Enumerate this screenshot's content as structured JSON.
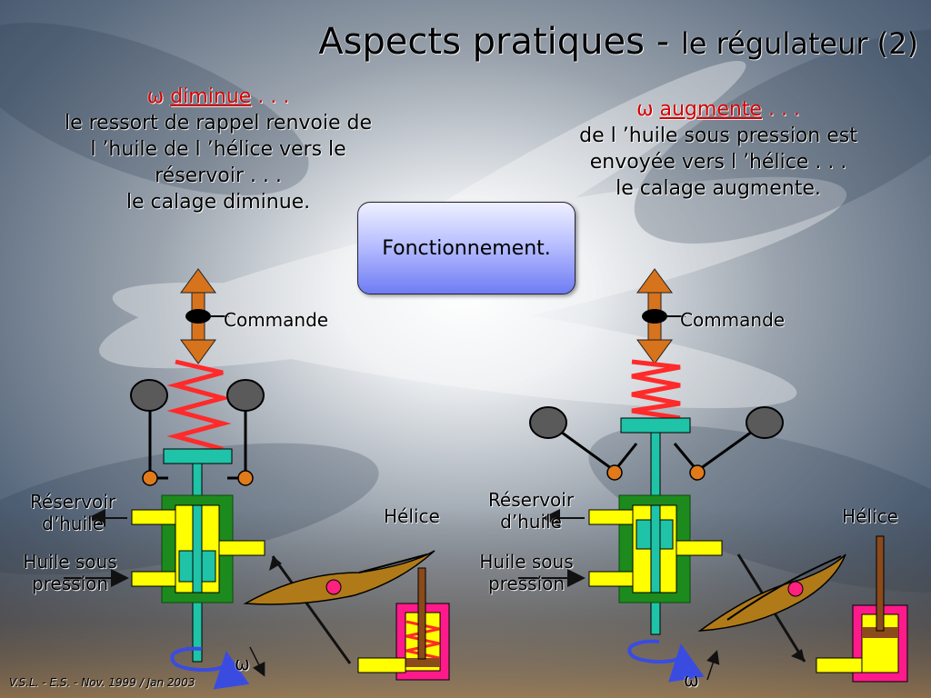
{
  "title": {
    "main": "Aspects pratiques - ",
    "sub": "le régulateur (2)"
  },
  "left_text": {
    "omega": "ω",
    "lead": "diminue",
    "dots": " . . .",
    "lines": [
      "le ressort de rappel renvoie de",
      "l ’huile de l ’hélice vers le",
      "réservoir . . .",
      "le calage diminue."
    ]
  },
  "right_text": {
    "omega": "ω",
    "lead": "augmente",
    "dots": " . . .",
    "lines": [
      "de l ’huile sous pression est",
      "envoyée vers l ’hélice . . .",
      "le calage augmente."
    ]
  },
  "center_box": {
    "label": "Fonctionnement."
  },
  "left_diagram": {
    "commande": "Commande",
    "reservoir_line1": "Réservoir",
    "reservoir_line2": "d’huile",
    "huile_line1": "Huile sous",
    "huile_line2": "pression",
    "helice": "Hélice",
    "omega": "ω"
  },
  "right_diagram": {
    "commande": "Commande",
    "reservoir_line1": "Réservoir",
    "reservoir_line2": "d’huile",
    "huile_line1": "Huile sous",
    "huile_line2": "pression",
    "helice": "Hélice",
    "omega": "ω"
  },
  "footer": "V.S.L. - E.S. - Nov. 1999 / Jan 2003",
  "colors": {
    "spring": "#ff2a2a",
    "arrow": "#d7731c",
    "teal": "#1fc3a8",
    "green": "#1d8a1d",
    "yellow": "#ffff00",
    "magenta": "#ff1a8c",
    "blade": "#b07a18",
    "flyweight": "#5a5a5a",
    "pivot": "#e07a1a",
    "rotation": "#3a4ce0",
    "hub": "#ff2080",
    "piston_rod": "#8b4a1a"
  }
}
